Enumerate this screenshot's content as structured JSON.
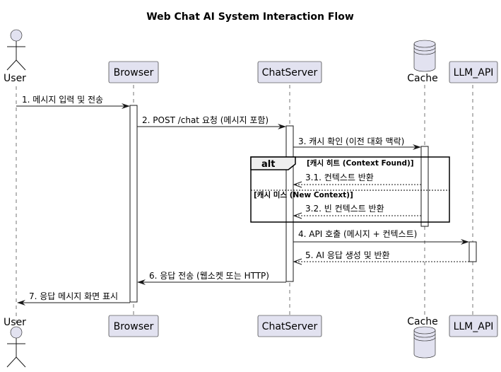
{
  "title": "Web Chat AI System Interaction Flow",
  "participants": [
    {
      "id": "user",
      "label": "User",
      "kind": "actor"
    },
    {
      "id": "browser",
      "label": "Browser",
      "kind": "participant"
    },
    {
      "id": "chatserver",
      "label": "ChatServer",
      "kind": "participant"
    },
    {
      "id": "cache",
      "label": "Cache",
      "kind": "database"
    },
    {
      "id": "llm_api",
      "label": "LLM_API",
      "kind": "participant"
    }
  ],
  "messages": [
    {
      "id": "m1",
      "label": "1. 메시지 입력 및 전송",
      "from": "user",
      "to": "browser",
      "style": "solid"
    },
    {
      "id": "m2",
      "label": "2. POST /chat 요청 (메시지 포함)",
      "from": "browser",
      "to": "chatserver",
      "style": "solid"
    },
    {
      "id": "m3",
      "label": "3. 캐시 확인 (이전 대화 맥락)",
      "from": "chatserver",
      "to": "cache",
      "style": "solid"
    },
    {
      "id": "m31",
      "label": "3.1. 컨텍스트 반환",
      "from": "cache",
      "to": "chatserver",
      "style": "dashed"
    },
    {
      "id": "m32",
      "label": "3.2. 빈 컨텍스트 반환",
      "from": "cache",
      "to": "chatserver",
      "style": "dashed"
    },
    {
      "id": "m4",
      "label": "4. API 호출 (메시지 + 컨텍스트)",
      "from": "chatserver",
      "to": "llm_api",
      "style": "solid"
    },
    {
      "id": "m5",
      "label": "5. AI 응답 생성 및 반환",
      "from": "llm_api",
      "to": "chatserver",
      "style": "dashed"
    },
    {
      "id": "m6",
      "label": "6. 응답 전송 (웹소켓 또는 HTTP)",
      "from": "chatserver",
      "to": "browser",
      "style": "solid"
    },
    {
      "id": "m7",
      "label": "7. 응답 메시지 화면 표시",
      "from": "browser",
      "to": "user",
      "style": "solid"
    }
  ],
  "alt_fragment": {
    "label": "alt",
    "guard1": "[캐시 히트 (Context Found)]",
    "guard2": "[캐시 미스 (New Context)]"
  }
}
